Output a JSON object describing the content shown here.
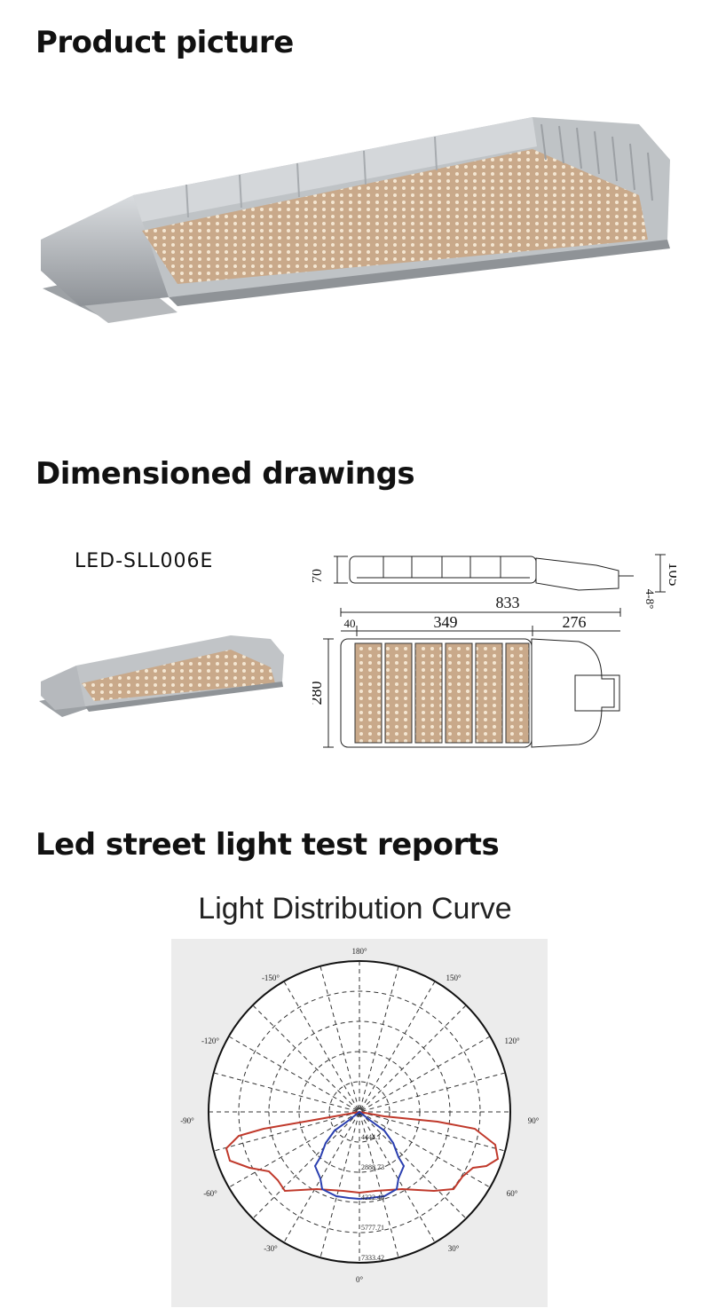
{
  "sections": {
    "product_picture": "Product picture",
    "dimensioned_drawings": "Dimensioned drawings",
    "test_reports": "Led street light test reports"
  },
  "drawing": {
    "model": "LED-SLL006E",
    "dims": {
      "height_body": "70",
      "height_total": "105",
      "tilt": "4-8°",
      "length_total": "833",
      "seg_a": "40",
      "seg_b": "349",
      "seg_c": "276",
      "width": "280"
    }
  },
  "chart": {
    "title": "Light Distribution Curve",
    "angle_labels": {
      "top": "180°",
      "tl150": "-150°",
      "tr150": "150°",
      "tl120": "-120°",
      "tr120": "120°",
      "l90": "-90°",
      "r90": "90°",
      "l60": "-60°",
      "r60": "60°",
      "l30": "-30°",
      "r30": "30°",
      "bottom": "0°"
    },
    "radial_labels": [
      "4444.1",
      "2888.73",
      "4222.48",
      "5777.71",
      "7333.42"
    ]
  },
  "colors": {
    "housing": "#a9adb1",
    "led_panel": "#c8a886",
    "curve_red": "#c0392b",
    "curve_blue": "#2a3fb0"
  }
}
